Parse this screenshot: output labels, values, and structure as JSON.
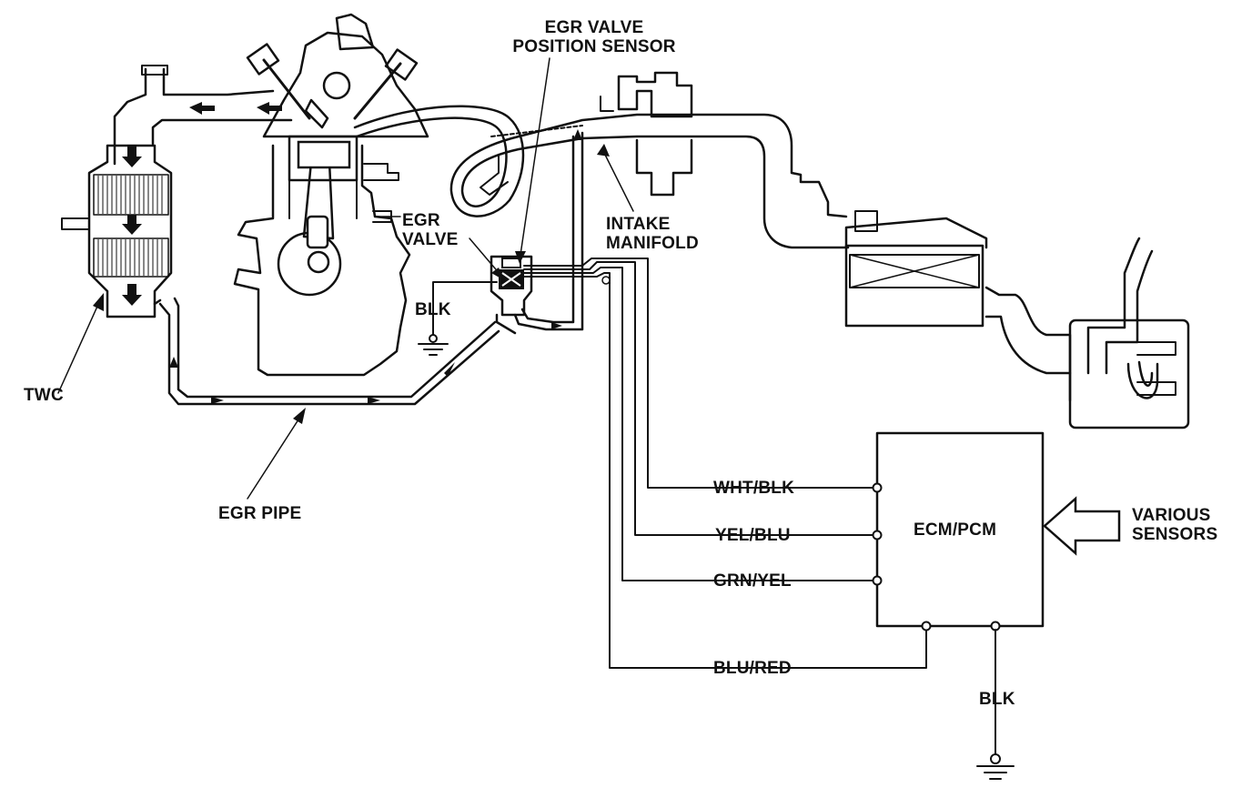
{
  "labels": {
    "egr_sensor_line1": "EGR VALVE",
    "egr_sensor_line2": "POSITION SENSOR",
    "egr_valve_line1": "EGR",
    "egr_valve_line2": "VALVE",
    "intake_line1": "INTAKE",
    "intake_line2": "MANIFOLD",
    "blk_ground_valve": "BLK",
    "twc": "TWC",
    "egr_pipe": "EGR PIPE",
    "ecm": "ECM/PCM",
    "various_line1": "VARIOUS",
    "various_line2": "SENSORS",
    "blk_ground_ecm": "BLK"
  },
  "wires": [
    {
      "label": "WHT/BLK"
    },
    {
      "label": "YEL/BLU"
    },
    {
      "label": "GRN/YEL"
    },
    {
      "label": "BLU/RED"
    }
  ]
}
